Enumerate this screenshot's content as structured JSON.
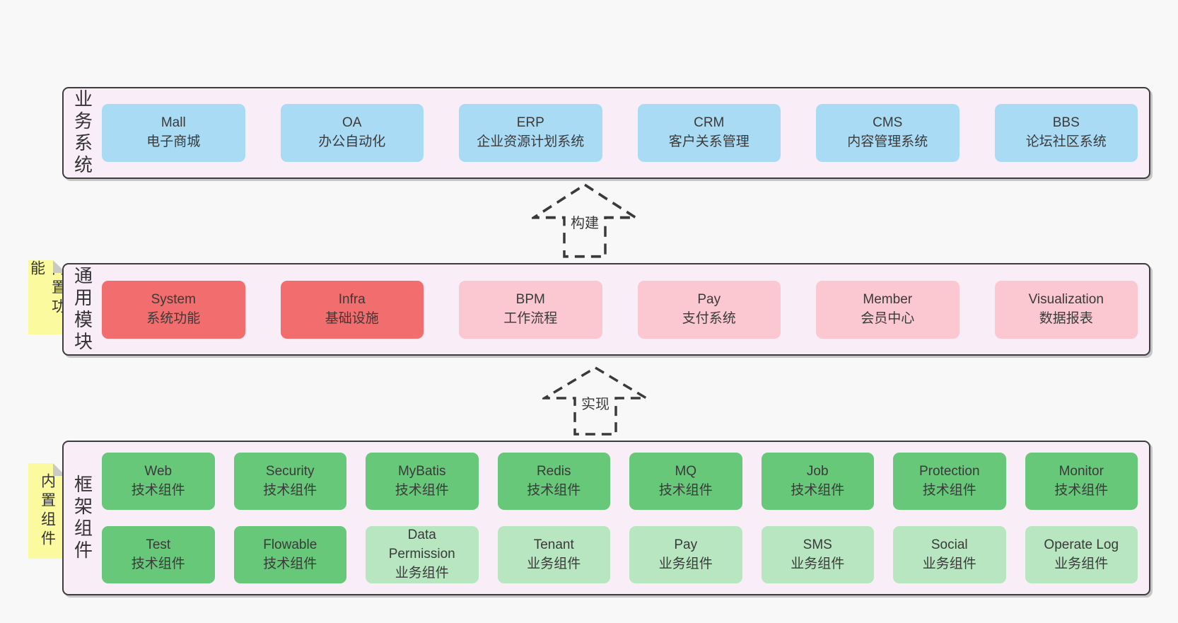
{
  "diagram": {
    "colors": {
      "background": "#f8f8f8",
      "panel": "#f9eef7",
      "border": "#3d3d3d",
      "text": "#3a3a3a",
      "blue": "#a9dbf5",
      "red": "#f26d6d",
      "pink": "#fbc7d1",
      "green": "#66c878",
      "lightgreen": "#b7e6c1",
      "sticky": "#fbfa9e",
      "fold": "#c9c9c9"
    },
    "arrows": [
      {
        "label": "构建"
      },
      {
        "label": "实现"
      }
    ],
    "layers": [
      {
        "label": "业务系统",
        "note": "",
        "rows": [
          [
            {
              "name": "Mall",
              "desc": "电子商城",
              "variant": "blue"
            },
            {
              "name": "OA",
              "desc": "办公自动化",
              "variant": "blue"
            },
            {
              "name": "ERP",
              "desc": "企业资源计划系统",
              "variant": "blue"
            },
            {
              "name": "CRM",
              "desc": "客户关系管理",
              "variant": "blue"
            },
            {
              "name": "CMS",
              "desc": "内容管理系统",
              "variant": "blue"
            },
            {
              "name": "BBS",
              "desc": "论坛社区系统",
              "variant": "blue"
            }
          ]
        ]
      },
      {
        "label": "通用模块",
        "note": "内置功能",
        "rows": [
          [
            {
              "name": "System",
              "desc": "系统功能",
              "variant": "red"
            },
            {
              "name": "Infra",
              "desc": "基础设施",
              "variant": "red"
            },
            {
              "name": "BPM",
              "desc": "工作流程",
              "variant": "pink"
            },
            {
              "name": "Pay",
              "desc": "支付系统",
              "variant": "pink"
            },
            {
              "name": "Member",
              "desc": "会员中心",
              "variant": "pink"
            },
            {
              "name": "Visualization",
              "desc": "数据报表",
              "variant": "pink"
            }
          ]
        ]
      },
      {
        "label": "框架组件",
        "note": "内置组件",
        "rows": [
          [
            {
              "name": "Web",
              "desc": "技术组件",
              "variant": "green"
            },
            {
              "name": "Security",
              "desc": "技术组件",
              "variant": "green"
            },
            {
              "name": "MyBatis",
              "desc": "技术组件",
              "variant": "green"
            },
            {
              "name": "Redis",
              "desc": "技术组件",
              "variant": "green"
            },
            {
              "name": "MQ",
              "desc": "技术组件",
              "variant": "green"
            },
            {
              "name": "Job",
              "desc": "技术组件",
              "variant": "green"
            },
            {
              "name": "Protection",
              "desc": "技术组件",
              "variant": "green"
            },
            {
              "name": "Monitor",
              "desc": "技术组件",
              "variant": "green"
            }
          ],
          [
            {
              "name": "Test",
              "desc": "技术组件",
              "variant": "green"
            },
            {
              "name": "Flowable",
              "desc": "技术组件",
              "variant": "green"
            },
            {
              "name": "Data Permission",
              "desc": "业务组件",
              "variant": "lightgreen"
            },
            {
              "name": "Tenant",
              "desc": "业务组件",
              "variant": "lightgreen"
            },
            {
              "name": "Pay",
              "desc": "业务组件",
              "variant": "lightgreen"
            },
            {
              "name": "SMS",
              "desc": "业务组件",
              "variant": "lightgreen"
            },
            {
              "name": "Social",
              "desc": "业务组件",
              "variant": "lightgreen"
            },
            {
              "name": "Operate Log",
              "desc": "业务组件",
              "variant": "lightgreen"
            }
          ]
        ]
      }
    ]
  }
}
